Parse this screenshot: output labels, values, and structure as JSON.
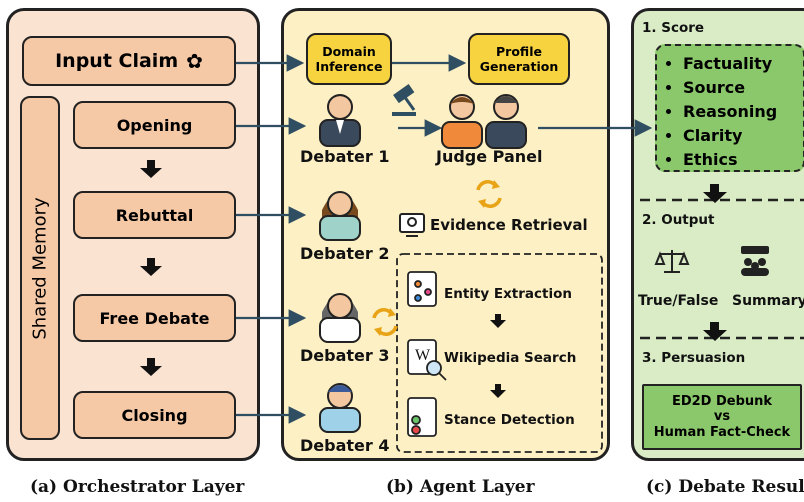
{
  "orchestrator": {
    "input_claim": "Input Claim",
    "shared_memory": "Shared Memory",
    "stages": [
      "Opening",
      "Rebuttal",
      "Free Debate",
      "Closing"
    ],
    "caption": "(a) Orchestrator Layer"
  },
  "agent": {
    "domain_inference": "Domain Inference",
    "profile_generation": "Profile Generation",
    "debaters": [
      "Debater 1",
      "Debater 2",
      "Debater 3",
      "Debater 4"
    ],
    "judge_panel": "Judge Panel",
    "evidence_retrieval": "Evidence Retrieval",
    "tools": [
      "Entity Extraction",
      "Wikipedia Search",
      "Stance Detection"
    ],
    "caption": "(b) Agent Layer"
  },
  "result": {
    "score_title": "1. Score",
    "score_items": [
      "Factuality",
      "Source",
      "Reasoning",
      "Clarity",
      "Ethics"
    ],
    "output_title": "2. Output",
    "output_true_false": "True/False",
    "output_summary": "Summary",
    "persuasion_title": "3. Persuasion",
    "persuasion_line1": "ED2D Debunk",
    "persuasion_line2": "vs",
    "persuasion_line3": "Human Fact-Check",
    "caption": "(c) Debate Result"
  },
  "colors": {
    "orange_panel": "#fbe3d2",
    "orange_box": "#f6c9a6",
    "yellow_panel": "#fdf0c4",
    "yellow_box": "#f6d33f",
    "green_panel": "#d9ecc6",
    "green_box": "#8bc86c",
    "arrow": "#2f4e62"
  }
}
